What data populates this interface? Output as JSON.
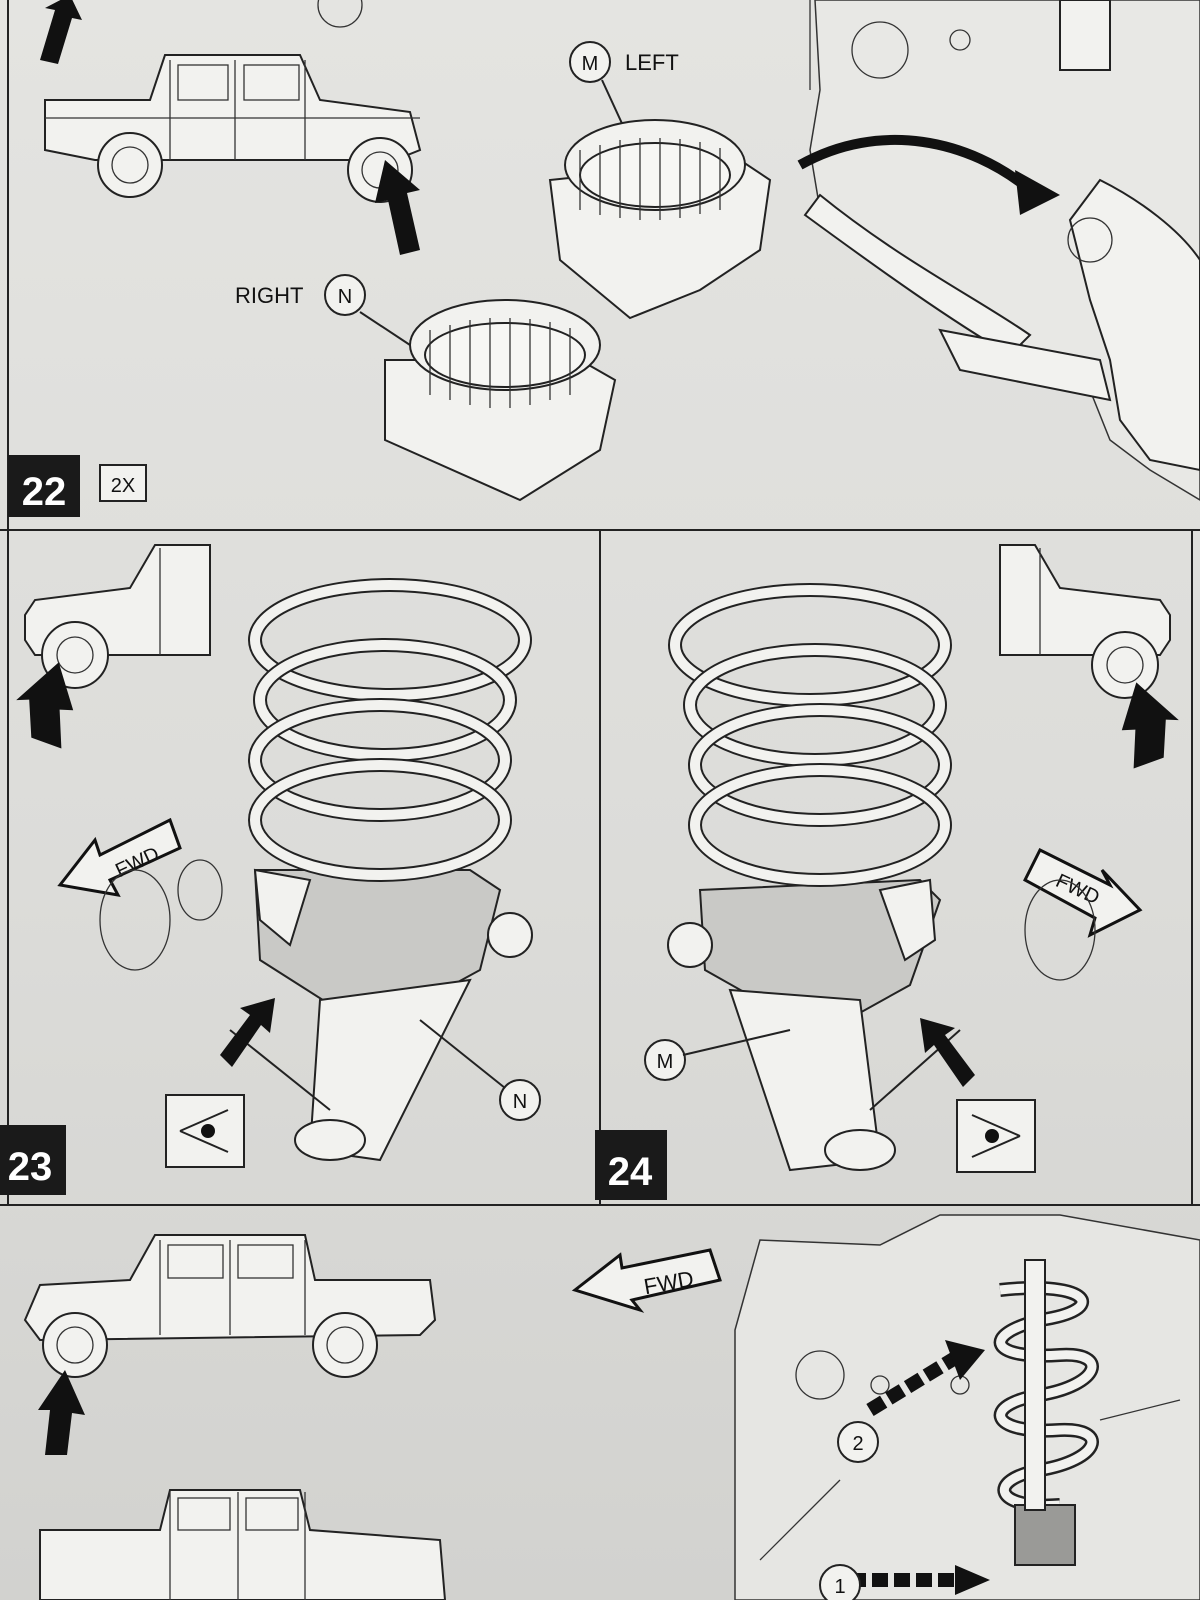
{
  "steps": [
    {
      "number": "22",
      "quantity": "2X"
    },
    {
      "number": "23"
    },
    {
      "number": "24"
    }
  ],
  "callouts": {
    "left_label": "LEFT",
    "left_letter": "M",
    "right_label": "RIGHT",
    "right_letter": "N",
    "step23_letter": "N",
    "step24_letter": "M",
    "bottom_1": "1",
    "bottom_2": "2"
  },
  "direction": {
    "fwd_23": "FWD",
    "fwd_24": "FWD",
    "fwd_bottom": "FWD"
  },
  "icons": [
    "arrow-icon",
    "eye-view-icon",
    "jeep-gladiator-icon",
    "coil-spring",
    "spring-spacer"
  ]
}
